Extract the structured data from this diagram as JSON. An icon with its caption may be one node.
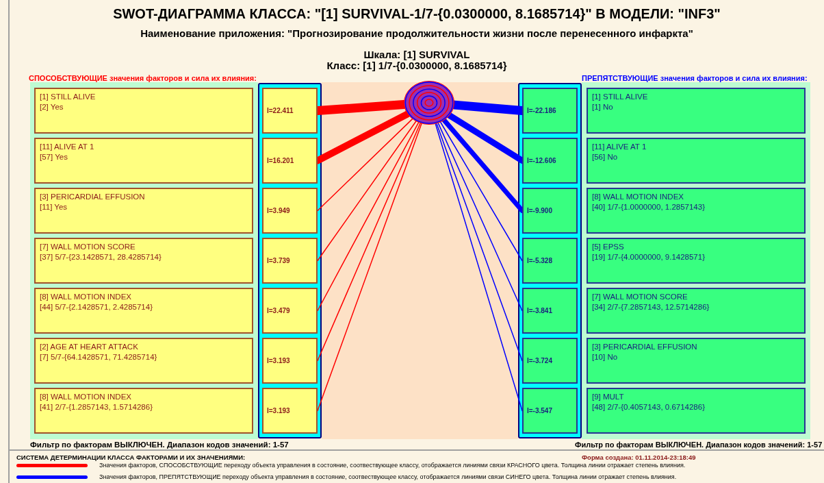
{
  "diagram": {
    "title": "SWOT-ДИАГРАММА КЛАССА: \"[1] SURVIVAL-1/7-{0.0300000, 8.1685714}\" В МОДЕЛИ: \"INF3\"",
    "nodes": [
      {
        "text": [],
        "shape": "circle"
      },
      {
        "text": [
          "[1] STILL ALIVE",
          "[2] Yes"
        ]
      },
      {
        "text": [
          "[11] ALIVE AT 1",
          "[57] Yes"
        ]
      },
      {
        "text": [
          "[3] PERICARDIAL EFFUSION",
          "[11] Yes"
        ]
      },
      {
        "text": [
          "[7] WALL MOTION SCORE",
          "[37] 5/7-{23.1428571, 28.4285714}"
        ]
      },
      {
        "text": [
          "[8] WALL MOTION INDEX",
          "[44] 5/7-{2.1428571, 2.4285714}"
        ]
      },
      {
        "text": [
          "[2] AGE AT HEART ATTACK",
          "[7] 5/7-{64.1428571, 71.4285714}"
        ]
      },
      {
        "text": [
          "[8] WALL MOTION INDEX",
          "[41] 2/7-{1.2857143, 1.5714286}"
        ]
      },
      {
        "text": [
          "I=22.411"
        ]
      },
      {
        "text": [
          "I=16.201"
        ]
      },
      {
        "text": [
          "I=3.949"
        ]
      },
      {
        "text": [
          "I=3.739"
        ]
      },
      {
        "text": [
          "I=3.479"
        ]
      },
      {
        "text": [
          "I=3.193"
        ]
      },
      {
        "text": [
          "I=3.193"
        ]
      },
      {
        "text": [
          "I=-22.186"
        ]
      },
      {
        "text": [
          "I=-12.606"
        ]
      },
      {
        "text": [
          "I=-9.900"
        ]
      },
      {
        "text": [
          "I=-5.328"
        ]
      },
      {
        "text": [
          "I=-3.841"
        ]
      },
      {
        "text": [
          "I=-3.724"
        ]
      },
      {
        "text": [
          "I=-3.547"
        ]
      },
      {
        "text": [
          "[1] STILL ALIVE",
          "[1] No"
        ]
      },
      {
        "text": [
          "[11] ALIVE AT 1",
          "[56] No"
        ]
      },
      {
        "text": [
          "[8] WALL MOTION INDEX",
          "[40] 1/7-{1.0000000, 1.2857143}"
        ]
      },
      {
        "text": [
          "[5] EPSS",
          "[19] 1/7-{4.0000000, 9.1428571}"
        ]
      },
      {
        "text": [
          "[7] WALL MOTION SCORE",
          "[34] 2/7-{7.2857143, 12.5714286}"
        ]
      },
      {
        "text": [
          "[3] PERICARDIAL EFFUSION",
          "[10] No"
        ]
      },
      {
        "text": [
          "[9] MULT",
          "[48] 2/7-{0.4057143, 0.6714286}"
        ]
      }
    ],
    "edges": [
      {
        "from": 8,
        "to": 0,
        "arrow": "none",
        "style": "thick",
        "color": "#ff0000"
      },
      {
        "from": 9,
        "to": 0,
        "arrow": "none",
        "style": "thick",
        "color": "#ff0000"
      },
      {
        "from": 10,
        "to": 0,
        "arrow": "none",
        "color": "#ff0000"
      },
      {
        "from": 11,
        "to": 0,
        "arrow": "none",
        "color": "#ff0000"
      },
      {
        "from": 12,
        "to": 0,
        "arrow": "none",
        "color": "#ff0000"
      },
      {
        "from": 13,
        "to": 0,
        "arrow": "none",
        "color": "#ff0000"
      },
      {
        "from": 14,
        "to": 0,
        "arrow": "none",
        "color": "#ff0000"
      },
      {
        "from": 0,
        "to": 15,
        "arrow": "none",
        "style": "thick",
        "color": "#0000ff"
      },
      {
        "from": 0,
        "to": 16,
        "arrow": "none",
        "style": "thick",
        "color": "#0000ff"
      },
      {
        "from": 0,
        "to": 17,
        "arrow": "none",
        "style": "thick",
        "color": "#0000ff"
      },
      {
        "from": 0,
        "to": 18,
        "arrow": "none",
        "color": "#0000ff"
      },
      {
        "from": 0,
        "to": 19,
        "arrow": "none",
        "color": "#0000ff"
      },
      {
        "from": 0,
        "to": 20,
        "arrow": "none",
        "color": "#0000ff"
      },
      {
        "from": 0,
        "to": 21,
        "arrow": "none",
        "color": "#0000ff"
      }
    ],
    "labels": [
      "Наименование приложения: \"Прогнозирование продолжительности жизни после перенесенного инфаркта\"",
      "Шкала: [1] SURVIVAL",
      "Класс: [1] 1/7-{0.0300000, 8.1685714}",
      "СПОСОБСТВУЮЩИЕ значения факторов и сила их влияния:",
      "ПРЕПЯТСТВУЮЩИЕ значения факторов и сила их влияния:",
      "Фильтр по факторам ВЫКЛЮЧЕН. Диапазон кодов значений: 1-57",
      "Фильтр по факторам ВЫКЛЮЧЕН. Диапазон кодов значений: 1-57",
      "СИСТЕМА ДЕТЕРМИНАЦИИ КЛАССА ФАКТОРАМИ И ИХ ЗНАЧЕНИЯМИ:",
      "Форма создана: 01.11.2014-23:18:49"
    ],
    "legend": [
      {
        "text": "Значения факторов, СПОСОБСТВУЮЩИЕ переходу объекта управления в состояние, соотвествующее классу, отображается линиями связи КРАСНОГО цвета. Толщина линии отражает степень влияния.",
        "color": "#ff0000"
      },
      {
        "text": "Значения факторов, ПРЕПЯТСТВУЮЩИЕ переходу объекта управления в состояние, соотвествующее классу, отображается линиями связи СИНЕГО цвета. Толщина линии отражает степень влияния.",
        "color": "#0000ff"
      }
    ]
  }
}
